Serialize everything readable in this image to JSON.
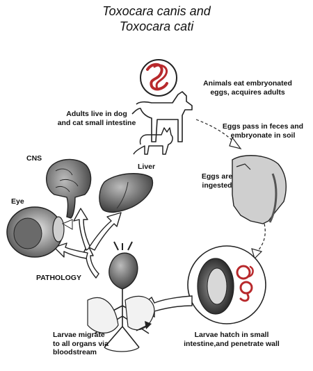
{
  "title": {
    "line1": "Toxocara canis and",
    "line2": "Toxocara cati"
  },
  "labels": {
    "animals_eat": "Animals eat embryonated\neggs, acquires adults",
    "adults_live": "Adults live in dog\nand cat small intestine",
    "eggs_pass": "Eggs pass in feces and\nembryonate in soil",
    "eggs_ingested": "Eggs are\ningested",
    "larvae_hatch": "Larvae hatch in small\nintestine,and penetrate wall",
    "larvae_migrate": "Larvae migrate\nto all organs via\nbloodstream",
    "pathology": "PATHOLOGY",
    "cns": "CNS",
    "liver": "Liver",
    "eye": "Eye"
  },
  "colors": {
    "worm": "#b8292c",
    "ink": "#222222",
    "organ": "#8a8a8a",
    "arrow": "#ffffff"
  }
}
